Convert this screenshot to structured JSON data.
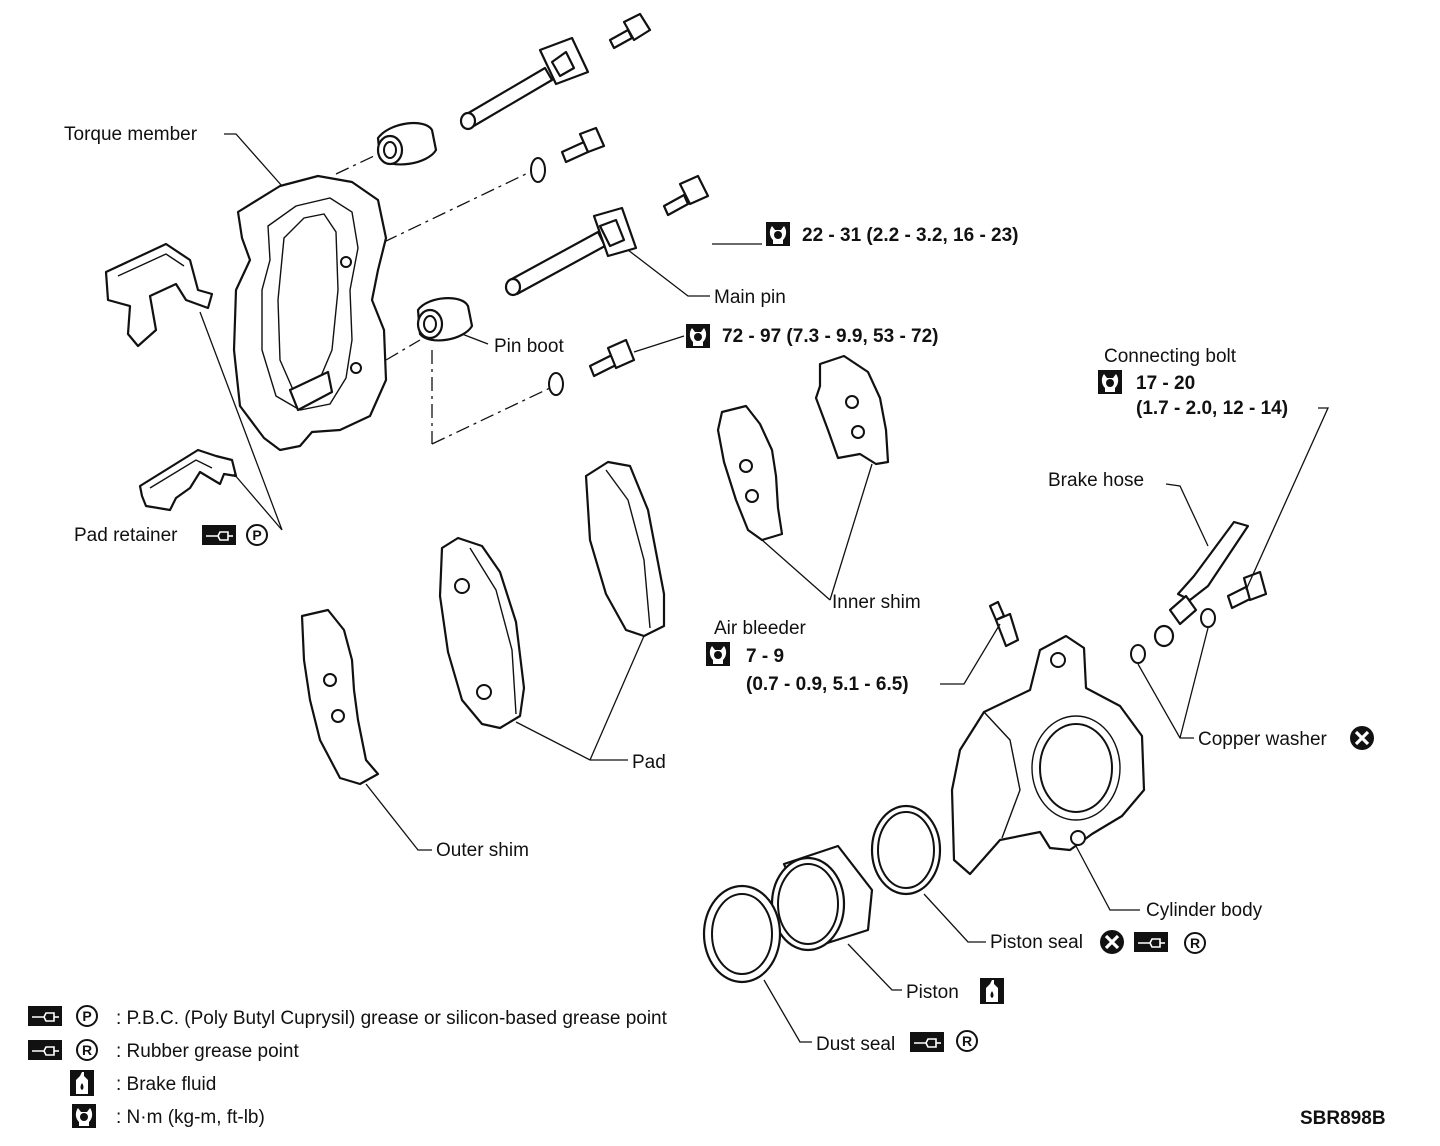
{
  "labels": {
    "torque_member": "Torque member",
    "main_pin": "Main pin",
    "pin_boot": "Pin boot",
    "pad_retainer": "Pad retainer",
    "inner_shim": "Inner shim",
    "pad": "Pad",
    "outer_shim": "Outer shim",
    "air_bleeder": "Air bleeder",
    "connecting_bolt": "Connecting bolt",
    "brake_hose": "Brake hose",
    "copper_washer": "Copper washer",
    "cylinder_body": "Cylinder body",
    "piston_seal": "Piston seal",
    "piston": "Piston",
    "dust_seal": "Dust seal"
  },
  "torque": {
    "main_pin_bolt": "22 - 31 (2.2 - 3.2, 16 - 23)",
    "sub_pin_bolt": "72 - 97 (7.3 - 9.9, 53 - 72)",
    "connecting_bolt_line1": "17 - 20",
    "connecting_bolt_line2": "(1.7 - 2.0, 12 - 14)",
    "air_bleeder_line1": "7 - 9",
    "air_bleeder_line2": "(0.7 - 0.9, 5.1 - 6.5)"
  },
  "symbols": {
    "pbc": "P",
    "rubber": "R",
    "torque": "wrench-icon",
    "fluid": "brake-fluid-icon",
    "replace": "replace-x-icon",
    "grease": "grease-gun-icon"
  },
  "legend": [
    {
      "key": "P",
      "text": ": P.B.C. (Poly Butyl Cuprysil) grease or silicon-based grease point"
    },
    {
      "key": "R",
      "text": ": Rubber grease point"
    },
    {
      "key": "fluid",
      "text": ": Brake fluid"
    },
    {
      "key": "torque",
      "text": ": N·m (kg-m, ft-lb)"
    }
  ],
  "code": "SBR898B"
}
